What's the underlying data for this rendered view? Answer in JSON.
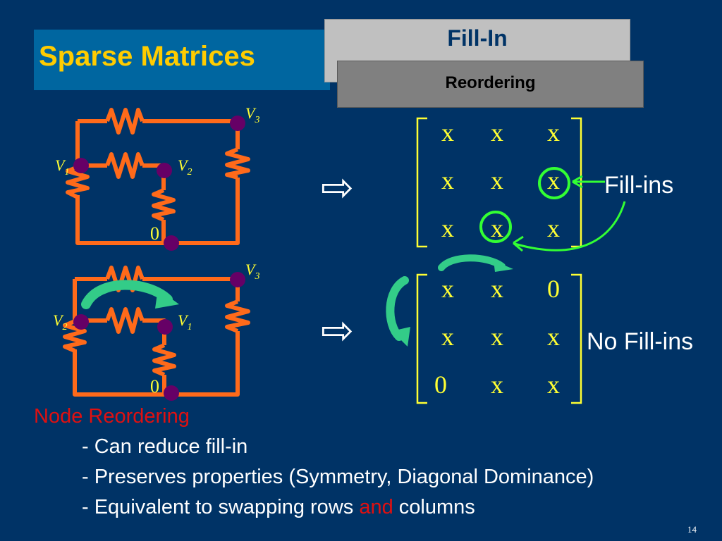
{
  "title": "Sparse Matrices",
  "tabs": {
    "primary": "Fill-In",
    "secondary": "Reordering"
  },
  "labels": {
    "fill_ins": "Fill-ins",
    "no_fill_ins": "No Fill-ins"
  },
  "circuit_top": {
    "v_top": "V",
    "v_top_sub": "3",
    "v_left": "V",
    "v_left_sub": "1",
    "v_mid": "V",
    "v_mid_sub": "2",
    "ground": "0"
  },
  "circuit_bottom": {
    "v_top": "V",
    "v_top_sub": "3",
    "v_left": "V",
    "v_left_sub": "2",
    "v_mid": "V",
    "v_mid_sub": "1",
    "ground": "0"
  },
  "matrix_top": [
    [
      "x",
      "x",
      "x"
    ],
    [
      "x",
      "x",
      "x"
    ],
    [
      "x",
      "x",
      "x"
    ]
  ],
  "matrix_bottom": [
    [
      "x",
      "x",
      "0"
    ],
    [
      "x",
      "x",
      "x"
    ],
    [
      "0",
      "x",
      "x"
    ]
  ],
  "arrow_symbol": "⇨",
  "bullets": {
    "heading": "Node Reordering",
    "item1": "- Can reduce fill-in",
    "item2": "- Preserves properties (Symmetry, Diagonal Dominance)",
    "item3_a": "- Equivalent to swapping rows ",
    "item3_b": "and",
    "item3_c": " columns"
  },
  "page_number": "14",
  "colors": {
    "background": "#003366",
    "title": "#ffcc00",
    "wire": "#ff6a1a",
    "node": "#660066",
    "matrix": "#ffff33",
    "highlight": "#33ff33",
    "swap_arrow": "#33cc88",
    "emphasis": "#e01010"
  }
}
